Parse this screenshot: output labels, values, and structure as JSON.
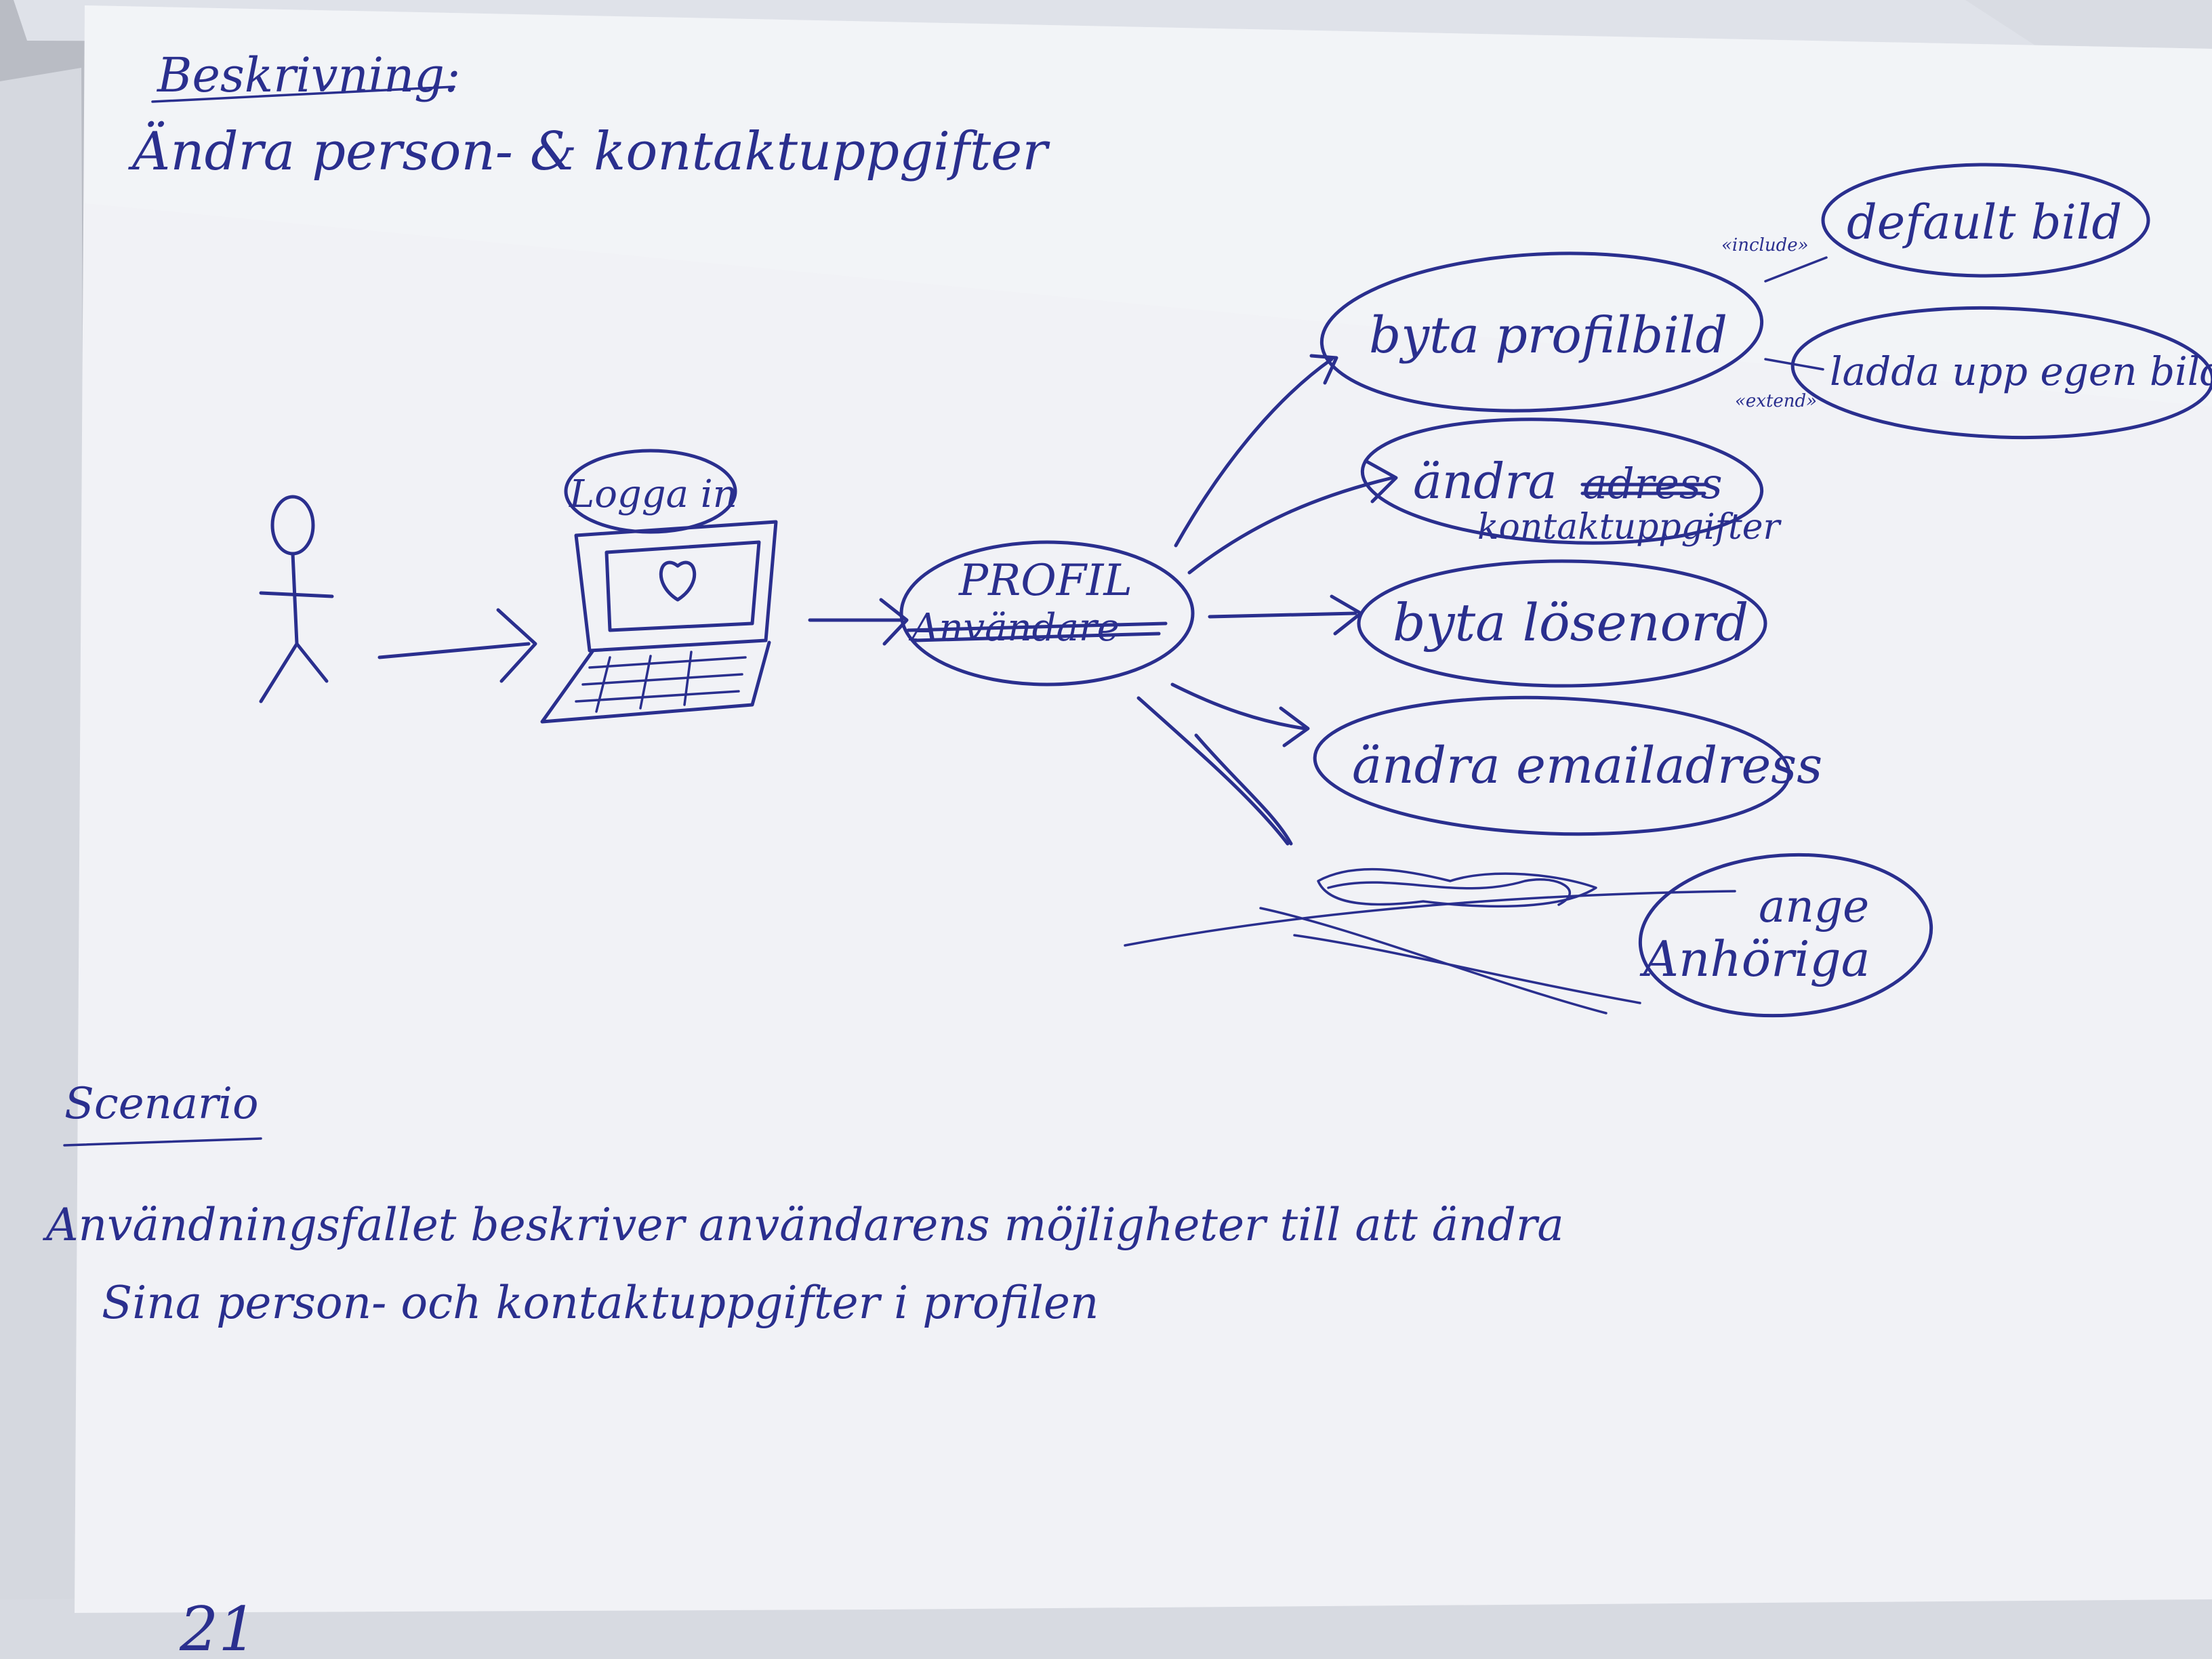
{
  "title": {
    "heading": "Beskrivning:",
    "subtitle": "Ändra person- & kontaktuppgifter"
  },
  "diagram": {
    "actor_label": "",
    "login_label": "Logga in",
    "profile": {
      "label": "PROFIL",
      "struck_label": "Användare"
    },
    "use_cases": {
      "change_picture": "byta profilbild",
      "default_picture": "default bild",
      "upload_picture": "ladda upp egen bild",
      "change_contact_prefix": "ändra",
      "change_contact_struck": "adress",
      "change_contact_suffix": "kontaktuppgifter",
      "change_password": "byta lösenord",
      "change_email": "ändra emailadress",
      "relatives_line1": "ange",
      "relatives_line2": "Anhöriga"
    },
    "relations": {
      "include": "«include»",
      "extend": "«extend»"
    }
  },
  "scenario": {
    "heading": "Scenario",
    "line1": "Användningsfallet beskriver användarens möjligheter till att ändra",
    "line2": "Sina person- och kontaktuppgifter i profilen"
  },
  "page_number": "21"
}
